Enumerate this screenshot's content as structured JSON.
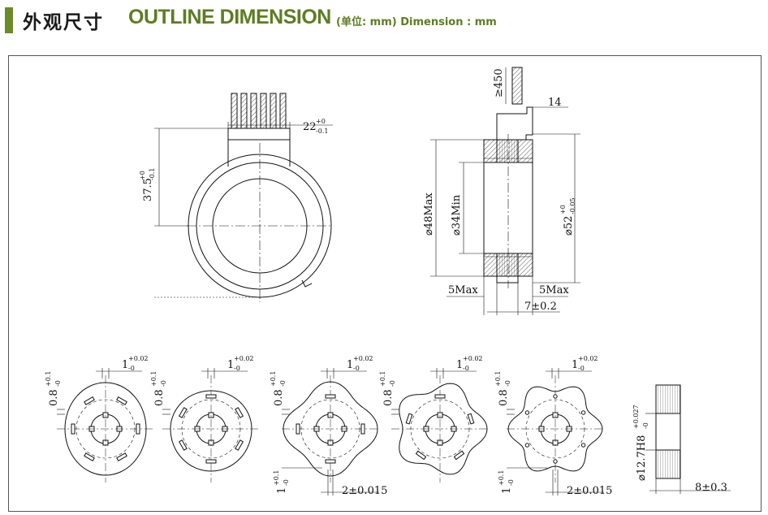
{
  "header": {
    "title_zh": "外观尺寸",
    "title_en": "OUTLINE DIMENSION",
    "subtitle": "(单位: mm) Dimension : mm",
    "accent_color": "#5d7d22",
    "bar_color": "#6b8a2a"
  },
  "front_view": {
    "width_label": "22",
    "width_tol_upper": "+0",
    "width_tol_lower": "-0.1",
    "height_label": "37.5",
    "height_tol_upper": "+0",
    "height_tol_lower": "-0.1"
  },
  "side_view": {
    "lead_length": "≥450",
    "top_width": "14",
    "outer_diameter": "⌀48Max",
    "bore_diameter": "⌀34Min",
    "mount_diameter": "⌀52",
    "mount_tol_upper": "+0",
    "mount_tol_lower": "-0.05",
    "left_protrusion": "5Max",
    "right_protrusion": "5Max",
    "thickness": "7±0.2"
  },
  "rotor_views": [
    {
      "radial_label": "0.8",
      "radial_tol_upper": "+0.1",
      "radial_tol_lower": "-0",
      "width_label": "1",
      "width_tol_upper": "+0.02",
      "width_tol_lower": "-0"
    },
    {
      "radial_label": "0.8",
      "radial_tol_upper": "+0.1",
      "radial_tol_lower": "-0",
      "width_label": "1",
      "width_tol_upper": "+0.02",
      "width_tol_lower": "-0"
    },
    {
      "radial_label": "0.8",
      "radial_tol_upper": "+0.1",
      "radial_tol_lower": "-0",
      "width_label": "1",
      "width_tol_upper": "+0.02",
      "width_tol_lower": "-0",
      "bottom_label": "1",
      "bottom_tol_upper": "+0.1",
      "bottom_tol_lower": "-0",
      "key_label": "2±0.015"
    },
    {
      "radial_label": "0.8",
      "radial_tol_upper": "+0.1",
      "radial_tol_lower": "-0",
      "width_label": "1",
      "width_tol_upper": "+0.02",
      "width_tol_lower": "-0"
    },
    {
      "radial_label": "0.8",
      "radial_tol_upper": "+0.1",
      "radial_tol_lower": "-0",
      "width_label": "1",
      "width_tol_upper": "+0.02",
      "width_tol_lower": "-0",
      "bottom_label": "1",
      "bottom_tol_upper": "+0.1",
      "bottom_tol_lower": "-0",
      "key_label": "2±0.015"
    }
  ],
  "rotor_side": {
    "bore_label": "⌀12.7H8",
    "bore_tol_upper": "+0.027",
    "bore_tol_lower": "-0",
    "thickness_label": "8±0.3"
  }
}
